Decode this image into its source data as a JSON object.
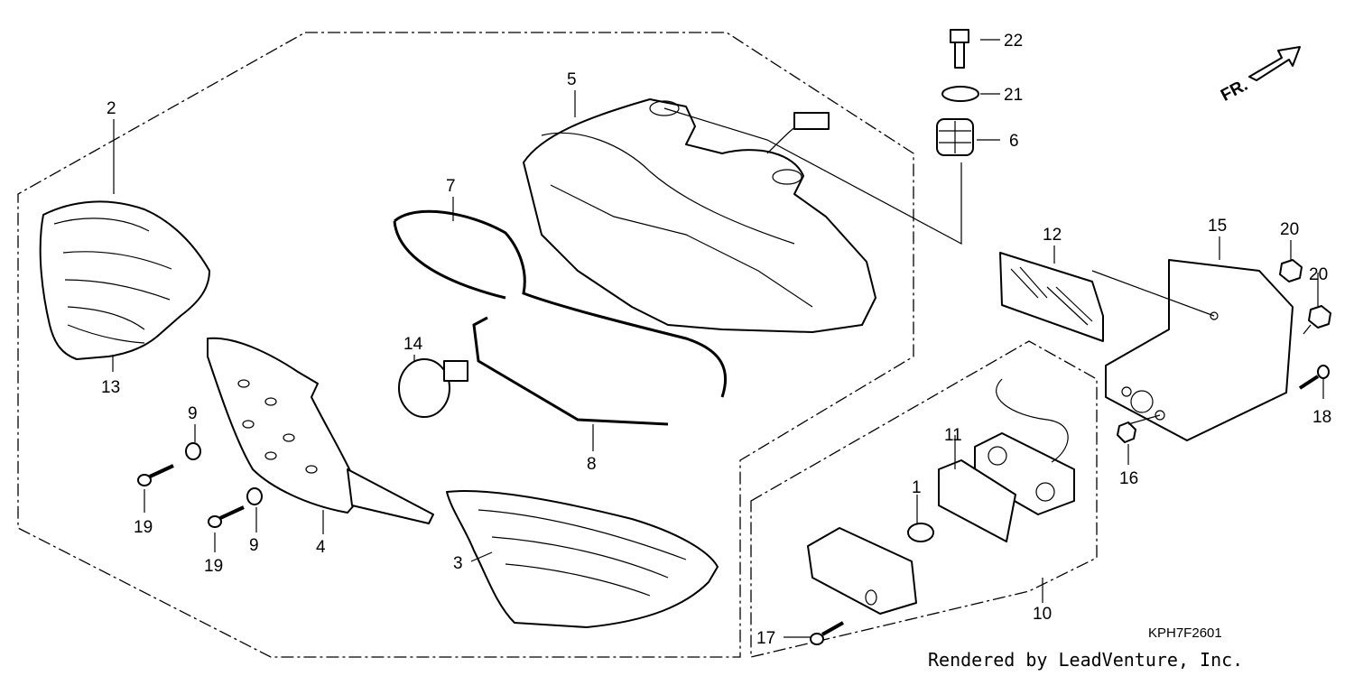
{
  "diagram": {
    "callouts": {
      "c1": "1",
      "c2": "2",
      "c3": "3",
      "c4": "4",
      "c5": "5",
      "c6": "6",
      "c7": "7",
      "c8": "8",
      "c9a": "9",
      "c9b": "9",
      "c10": "10",
      "c11": "11",
      "c12": "12",
      "c13": "13",
      "c14": "14",
      "c15": "15",
      "c16": "16",
      "c17": "17",
      "c18": "18",
      "c19a": "19",
      "c19b": "19",
      "c20a": "20",
      "c20b": "20",
      "c21": "21",
      "c22": "22"
    },
    "front_label": "FR.",
    "ref_code": "KPH7F2601",
    "credit": "Rendered by LeadVenture, Inc."
  }
}
